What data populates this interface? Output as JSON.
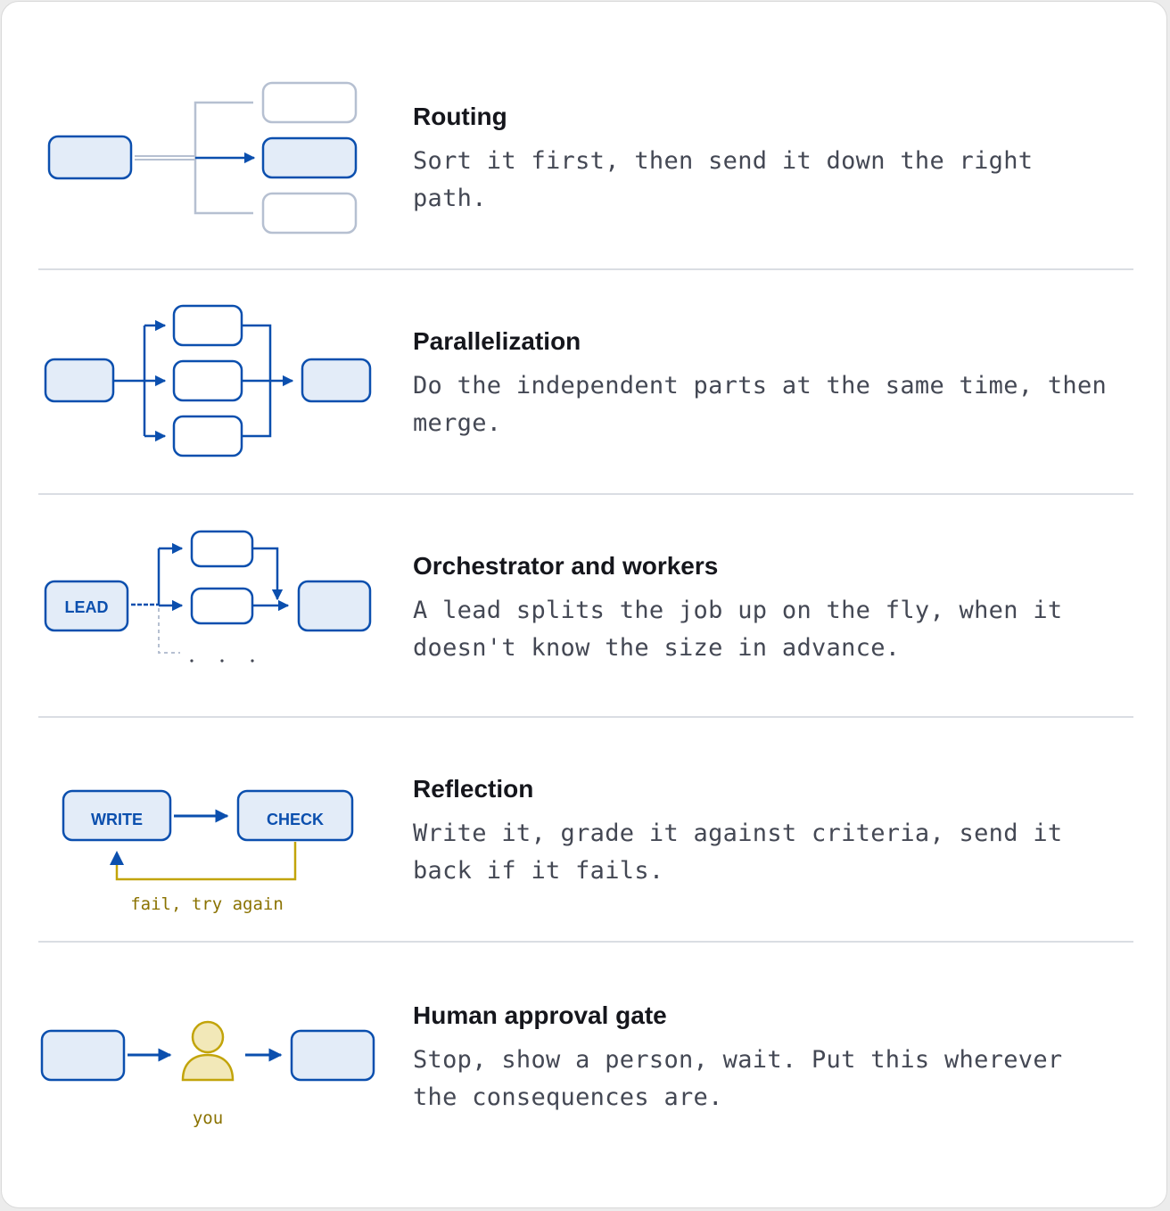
{
  "colors": {
    "blue": "#0b4fae",
    "box_fill": "#e3ecf8",
    "gray_line": "#b6c0d1",
    "gold": "#c2a40a",
    "person_fill": "#f2e8b8"
  },
  "patterns": [
    {
      "id": "routing",
      "title": "Routing",
      "description": "Sort it first, then send it down the right path."
    },
    {
      "id": "parallelization",
      "title": "Parallelization",
      "description": "Do the independent parts at the same time, then merge."
    },
    {
      "id": "orchestrator",
      "title": "Orchestrator and workers",
      "description": "A lead splits the job up on the fly, when it doesn't know the size in advance.",
      "lead_label": "LEAD"
    },
    {
      "id": "reflection",
      "title": "Reflection",
      "description": "Write it, grade it against criteria, send it back if it fails.",
      "write_label": "WRITE",
      "check_label": "CHECK",
      "loop_label": "fail, try again"
    },
    {
      "id": "human-gate",
      "title": "Human approval gate",
      "description": "Stop, show a person, wait. Put this wherever the consequences are.",
      "person_label": "you"
    }
  ]
}
